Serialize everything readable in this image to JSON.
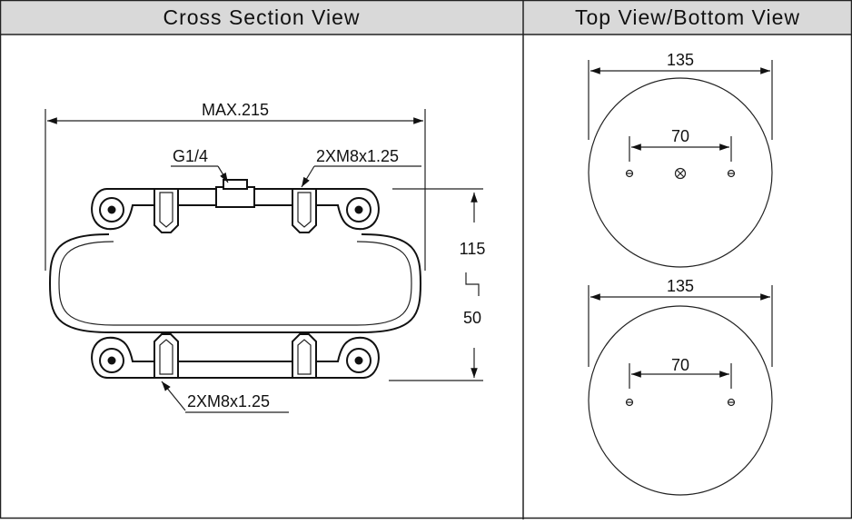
{
  "panels": {
    "cross_section": {
      "title": "Cross Section View"
    },
    "top_bottom": {
      "title": "Top View/Bottom View"
    }
  },
  "cross_section": {
    "max_width_label": "MAX.215",
    "port_label": "G1/4",
    "top_bolt_label": "2XM8x1.25",
    "bottom_bolt_label": "2XM8x1.25",
    "max_height_label": "115",
    "min_height_label": "50"
  },
  "top_view": {
    "diameter_label": "135",
    "bolt_spacing_label": "70"
  },
  "bottom_view": {
    "diameter_label": "135",
    "bolt_spacing_label": "70"
  },
  "colors": {
    "header_background": "#d9d9d9",
    "line": "#111111",
    "background": "#ffffff"
  }
}
